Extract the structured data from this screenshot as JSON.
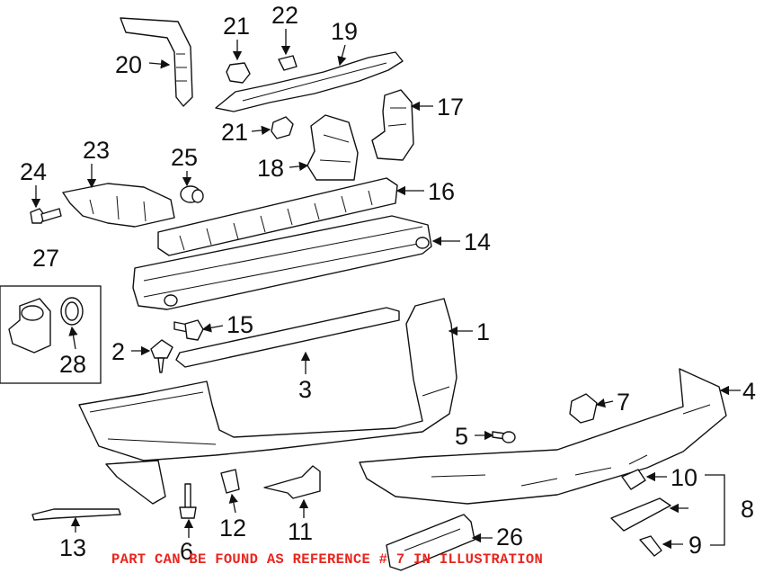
{
  "diagram": {
    "callouts": [
      {
        "id": "c1",
        "label": "1"
      },
      {
        "id": "c2",
        "label": "2"
      },
      {
        "id": "c3",
        "label": "3"
      },
      {
        "id": "c4",
        "label": "4"
      },
      {
        "id": "c5",
        "label": "5"
      },
      {
        "id": "c6",
        "label": "6"
      },
      {
        "id": "c7",
        "label": "7"
      },
      {
        "id": "c8",
        "label": "8"
      },
      {
        "id": "c9",
        "label": "9"
      },
      {
        "id": "c10",
        "label": "10"
      },
      {
        "id": "c11",
        "label": "11"
      },
      {
        "id": "c12",
        "label": "12"
      },
      {
        "id": "c13",
        "label": "13"
      },
      {
        "id": "c14",
        "label": "14"
      },
      {
        "id": "c15",
        "label": "15"
      },
      {
        "id": "c16",
        "label": "16"
      },
      {
        "id": "c17",
        "label": "17"
      },
      {
        "id": "c18",
        "label": "18"
      },
      {
        "id": "c19",
        "label": "19"
      },
      {
        "id": "c20",
        "label": "20"
      },
      {
        "id": "c21a",
        "label": "21"
      },
      {
        "id": "c21b",
        "label": "21"
      },
      {
        "id": "c22",
        "label": "22"
      },
      {
        "id": "c23",
        "label": "23"
      },
      {
        "id": "c24",
        "label": "24"
      },
      {
        "id": "c25",
        "label": "25"
      },
      {
        "id": "c26",
        "label": "26"
      },
      {
        "id": "c27",
        "label": "27"
      },
      {
        "id": "c28",
        "label": "28"
      }
    ],
    "caption": "PART CAN BE FOUND AS REFERENCE # 7 IN ILLUSTRATION",
    "caption_color": "#e8261f"
  }
}
